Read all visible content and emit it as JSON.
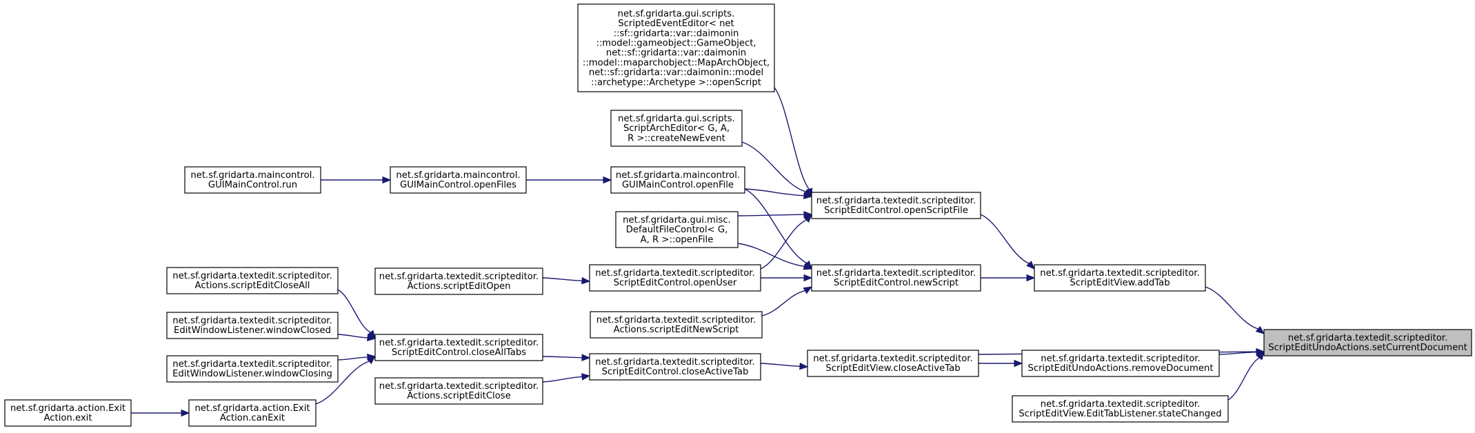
{
  "graph": {
    "edge_color": "#191970",
    "focus_fill": "#bfbfbf",
    "nodes": [
      {
        "id": "n_setcur",
        "focus": true,
        "lines": [
          "net.sf.gridarta.textedit.scripteditor.",
          "ScriptEditUndoActions.setCurrentDocument"
        ]
      },
      {
        "id": "n_addtab",
        "lines": [
          "net.sf.gridarta.textedit.scripteditor.",
          "ScriptEditView.addTab"
        ]
      },
      {
        "id": "n_closeactivetab_view",
        "lines": [
          "net.sf.gridarta.textedit.scripteditor.",
          "ScriptEditView.closeActiveTab"
        ]
      },
      {
        "id": "n_removedoc",
        "lines": [
          "net.sf.gridarta.textedit.scripteditor.",
          "ScriptEditUndoActions.removeDocument"
        ]
      },
      {
        "id": "n_statechanged",
        "lines": [
          "net.sf.gridarta.textedit.scripteditor.",
          "ScriptEditView.EditTabListener.stateChanged"
        ]
      },
      {
        "id": "n_openscriptfile",
        "lines": [
          "net.sf.gridarta.textedit.scripteditor.",
          "ScriptEditControl.openScriptFile"
        ]
      },
      {
        "id": "n_newscript",
        "lines": [
          "net.sf.gridarta.textedit.scripteditor.",
          "ScriptEditControl.newScript"
        ]
      },
      {
        "id": "n_scriptedevent",
        "lines": [
          "net.sf.gridarta.gui.scripts.",
          "ScriptedEventEditor< net",
          "::sf::gridarta::var::daimonin",
          "::model::gameobject::GameObject,",
          "net::sf::gridarta::var::daimonin",
          "::model::maparchobject::MapArchObject,",
          "net::sf::gridarta::var::daimonin::model",
          "::archetype::Archetype >::openScript"
        ]
      },
      {
        "id": "n_createnewevent",
        "lines": [
          "net.sf.gridarta.gui.scripts.",
          "ScriptArchEditor< G, A,",
          "R >::createNewEvent"
        ]
      },
      {
        "id": "n_guiopenfile",
        "lines": [
          "net.sf.gridarta.maincontrol.",
          "GUIMainControl.openFile"
        ]
      },
      {
        "id": "n_defaultfile",
        "lines": [
          "net.sf.gridarta.gui.misc.",
          "DefaultFileControl< G,",
          "A, R >::openFile"
        ]
      },
      {
        "id": "n_openuser",
        "lines": [
          "net.sf.gridarta.textedit.scripteditor.",
          "ScriptEditControl.openUser"
        ]
      },
      {
        "id": "n_newscriptaction",
        "lines": [
          "net.sf.gridarta.textedit.scripteditor.",
          "Actions.scriptEditNewScript"
        ]
      },
      {
        "id": "n_guiopenfiles",
        "lines": [
          "net.sf.gridarta.maincontrol.",
          "GUIMainControl.openFiles"
        ]
      },
      {
        "id": "n_guirun",
        "lines": [
          "net.sf.gridarta.maincontrol.",
          "GUIMainControl.run"
        ]
      },
      {
        "id": "n_scripteditopen",
        "lines": [
          "net.sf.gridarta.textedit.scripteditor.",
          "Actions.scriptEditOpen"
        ]
      },
      {
        "id": "n_closeactivetab_ctrl",
        "lines": [
          "net.sf.gridarta.textedit.scripteditor.",
          "ScriptEditControl.closeActiveTab"
        ]
      },
      {
        "id": "n_closealltabs",
        "lines": [
          "net.sf.gridarta.textedit.scripteditor.",
          "ScriptEditControl.closeAllTabs"
        ]
      },
      {
        "id": "n_scripteditclose",
        "lines": [
          "net.sf.gridarta.textedit.scripteditor.",
          "Actions.scriptEditClose"
        ]
      },
      {
        "id": "n_closeallaction",
        "lines": [
          "net.sf.gridarta.textedit.scripteditor.",
          "Actions.scriptEditCloseAll"
        ]
      },
      {
        "id": "n_windowclosed",
        "lines": [
          "net.sf.gridarta.textedit.scripteditor.",
          "EditWindowListener.windowClosed"
        ]
      },
      {
        "id": "n_windowclosing",
        "lines": [
          "net.sf.gridarta.textedit.scripteditor.",
          "EditWindowListener.windowClosing"
        ]
      },
      {
        "id": "n_canexit",
        "lines": [
          "net.sf.gridarta.action.Exit",
          "Action.canExit"
        ]
      },
      {
        "id": "n_exit",
        "lines": [
          "net.sf.gridarta.action.Exit",
          "Action.exit"
        ]
      }
    ],
    "edges": [
      {
        "from": "n_addtab",
        "to": "n_setcur"
      },
      {
        "from": "n_closeactivetab_view",
        "to": "n_setcur"
      },
      {
        "from": "n_removedoc",
        "to": "n_setcur"
      },
      {
        "from": "n_statechanged",
        "to": "n_setcur"
      },
      {
        "from": "n_closeactivetab_view",
        "to": "n_removedoc"
      },
      {
        "from": "n_openscriptfile",
        "to": "n_addtab"
      },
      {
        "from": "n_newscript",
        "to": "n_addtab"
      },
      {
        "from": "n_closeactivetab_ctrl",
        "to": "n_closeactivetab_view"
      },
      {
        "from": "n_scriptedevent",
        "to": "n_openscriptfile"
      },
      {
        "from": "n_createnewevent",
        "to": "n_openscriptfile"
      },
      {
        "from": "n_guiopenfile",
        "to": "n_openscriptfile"
      },
      {
        "from": "n_defaultfile",
        "to": "n_openscriptfile"
      },
      {
        "from": "n_openuser",
        "to": "n_openscriptfile"
      },
      {
        "from": "n_guiopenfile",
        "to": "n_newscript"
      },
      {
        "from": "n_defaultfile",
        "to": "n_newscript"
      },
      {
        "from": "n_openuser",
        "to": "n_newscript"
      },
      {
        "from": "n_newscriptaction",
        "to": "n_newscript"
      },
      {
        "from": "n_guiopenfiles",
        "to": "n_guiopenfile"
      },
      {
        "from": "n_guirun",
        "to": "n_guiopenfiles"
      },
      {
        "from": "n_scripteditopen",
        "to": "n_openuser"
      },
      {
        "from": "n_closealltabs",
        "to": "n_closeactivetab_ctrl"
      },
      {
        "from": "n_scripteditclose",
        "to": "n_closeactivetab_ctrl"
      },
      {
        "from": "n_closeallaction",
        "to": "n_closealltabs"
      },
      {
        "from": "n_windowclosed",
        "to": "n_closealltabs"
      },
      {
        "from": "n_windowclosing",
        "to": "n_closealltabs"
      },
      {
        "from": "n_canexit",
        "to": "n_closealltabs"
      },
      {
        "from": "n_exit",
        "to": "n_canexit"
      }
    ]
  }
}
